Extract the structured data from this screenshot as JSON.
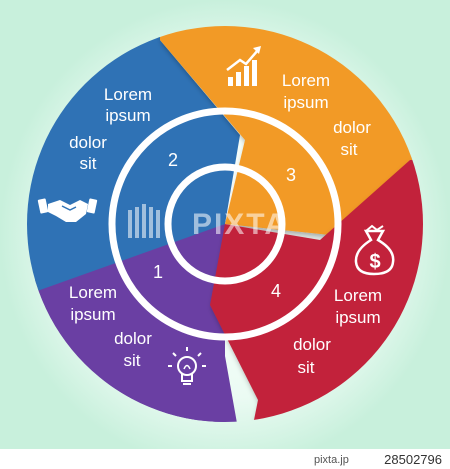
{
  "colors": {
    "background": "#c8f0dc",
    "segment_1": "#6a3fa3",
    "segment_2": "#2f72b5",
    "segment_3": "#f29a25",
    "segment_4": "#c2243a",
    "ring": "#ffffff",
    "text": "#ffffff"
  },
  "segments": [
    {
      "number": "1",
      "icon": "lightbulb-icon",
      "text_lines": [
        "Lorem",
        "ipsum",
        "dolor",
        "sit"
      ]
    },
    {
      "number": "2",
      "icon": "handshake-icon",
      "text_lines": [
        "Lorem",
        "ipsum",
        "dolor",
        "sit"
      ]
    },
    {
      "number": "3",
      "icon": "growth-chart-icon",
      "text_lines": [
        "Lorem",
        "ipsum",
        "dolor",
        "sit"
      ]
    },
    {
      "number": "4",
      "icon": "money-bag-icon",
      "text_lines": [
        "Lorem",
        "ipsum",
        "dolor",
        "sit"
      ]
    }
  ],
  "watermark": {
    "brand": "PIXTA",
    "credit": "pixta.jp",
    "image_id": "28502796"
  }
}
